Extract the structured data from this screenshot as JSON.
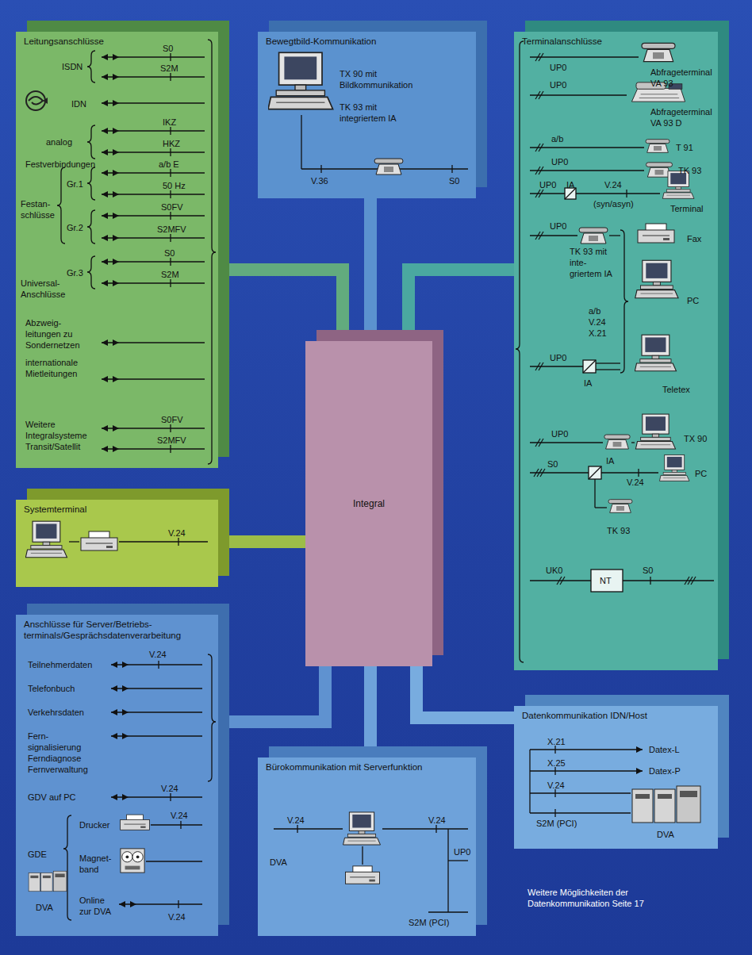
{
  "diagram": {
    "nodes": [
      {
        "text": [
          "Leitungsanschlüsse"
        ]
      },
      {
        "text": [
          "Bewegtbild-Kommunikation"
        ]
      },
      {
        "text": [
          "Terminalanschlüsse"
        ]
      },
      {
        "text": [
          "Integral"
        ]
      },
      {
        "text": [
          "Systemterminal"
        ]
      },
      {
        "text": [
          "Anschlüsse für Server/Betriebs- terminals/Gesprächsdatenverarbeitung"
        ]
      },
      {
        "text": [
          "Datenkommunikation IDN/Host"
        ]
      },
      {
        "text": [
          "Bürokommunikation mit Serverfunktion"
        ]
      }
    ],
    "edges": [
      {
        "from": 0,
        "to": 3,
        "arrow": "none"
      },
      {
        "from": 1,
        "to": 3,
        "arrow": "none"
      },
      {
        "from": 2,
        "to": 3,
        "arrow": "none"
      },
      {
        "from": 4,
        "to": 3,
        "arrow": "none"
      },
      {
        "from": 5,
        "to": 3,
        "arrow": "none"
      },
      {
        "from": 7,
        "to": 3,
        "arrow": "none"
      },
      {
        "from": 6,
        "to": 3,
        "arrow": "none"
      }
    ],
    "labels": [
      "S0",
      "ISDN",
      "S2M",
      "IDN",
      "IKZ",
      "analog",
      "HKZ",
      "Festverbindungen",
      "a/b E",
      "Gr.1",
      "50 Hz",
      "Festan- schlüsse",
      "Gr.2",
      "S0FV",
      "S2MFV",
      "S0",
      "Universal- Anschlüsse",
      "Gr.3",
      "S2M",
      "Abzweig- leitungen zu Sondernetzen",
      "internationale Mietleitungen",
      "Weitere Integralsysteme Transit/Satellit",
      "S0FV",
      "S2MFV",
      "TX 90 mit Bildkommunikation",
      "TK 93 mit integriertem IA",
      "V.36",
      "S0",
      "UP0",
      "Abfrageterminal VA 93",
      "UP0",
      "Abfrageterminal VA 93 D",
      "a/b",
      "T 91",
      "UP0",
      "TK 93",
      "UP0",
      "IA",
      "V.24",
      "(syn/asyn)",
      "Terminal",
      "UP0",
      "Fax",
      "TK 93 mit inte- griertem IA",
      "PC",
      "a/b V.24 X.21",
      "UP0",
      "IA",
      "Teletex",
      "UP0",
      "TX 90",
      "S0",
      "IA",
      "V.24",
      "PC",
      "TK 93",
      "UK0",
      "NT",
      "S0",
      "V.24",
      "V.24",
      "Teilnehmerdaten",
      "Telefonbuch",
      "Verkehrsdaten",
      "Fern- signalisierung Ferndiagnose Fernverwaltung",
      "GDV auf PC",
      "V.24",
      "Drucker",
      "V.24",
      "GDE",
      "Magnet- band",
      "DVA",
      "Online zur DVA",
      "V.24",
      "V.24",
      "V.24",
      "DVA",
      "UP0",
      "S2M (PCI)",
      "X.21",
      "Datex-L",
      "X.25",
      "Datex-P",
      "V.24",
      "DVA",
      "S2M (PCI)",
      "Weitere Möglichkeiten der Datenkommunikation Seite 17"
    ]
  }
}
